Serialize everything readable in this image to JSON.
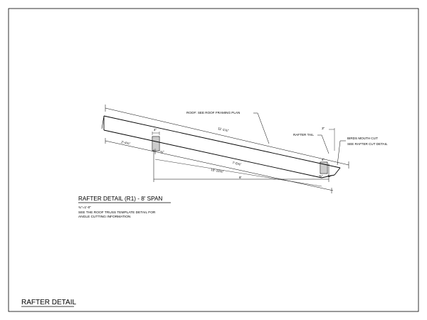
{
  "sheet": {
    "title": "RAFTER DETAIL"
  },
  "detail": {
    "title": "RAFTER DETAIL (R1) - 8' SPAN",
    "scale": "¾\"=1'-0\"",
    "note_line1": "SEE THE ROOF TRUSS TEMPLATE DETAIL FOR",
    "note_line2": "ANGLE CUTTING INFORMATION"
  },
  "callouts": {
    "roof": "ROOF: SEE ROOF FRAMING PLAN",
    "rafter_tail": "RAFTER TAIL",
    "birds_mouth_1": "BIRDS MOUTH CUT",
    "birds_mouth_2": "SEE RAFTER CUT DETAIL"
  },
  "dimensions": {
    "top_length": "11'-1⅝\"",
    "left_overhang": "2'-4⅝\"",
    "mid_length": "7'-5⅝\"",
    "bottom_length": "10'-10⅝\"",
    "span": "8'",
    "seat_left_width": "4\"",
    "seat_left_depth": "¾\"",
    "seat_right_width": "4\"",
    "seat_right_depth": "¾\"",
    "tail_offset": "3\"",
    "tail_small": "⅜\""
  }
}
